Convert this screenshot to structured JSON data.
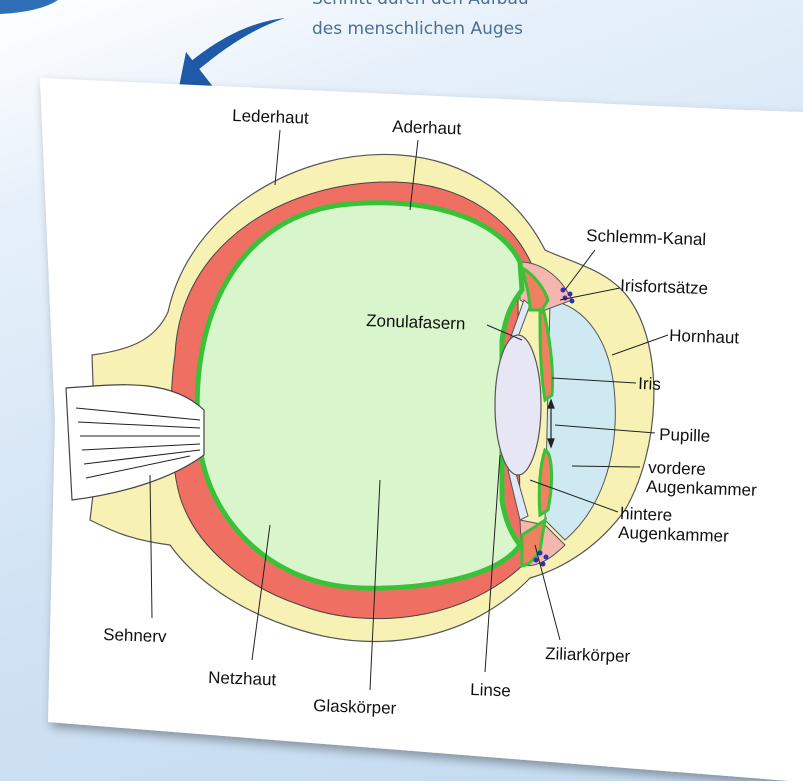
{
  "caption": {
    "line1": "Schnitt durch den Aufbau",
    "line2": "des menschlichen Auges"
  },
  "labels": {
    "lederhaut": "Lederhaut",
    "aderhaut": "Aderhaut",
    "schlemm": "Schlemm-Kanal",
    "irisfortsaetze": "Irisfortsätze",
    "zonulafasern": "Zonulafasern",
    "hornhaut": "Hornhaut",
    "iris": "Iris",
    "pupille": "Pupille",
    "vordere1": "vordere",
    "vordere2": "Augenkammer",
    "hintere1": "hintere",
    "hintere2": "Augenkammer",
    "sehnerv": "Sehnerv",
    "netzhaut": "Netzhaut",
    "glaskoerper": "Glaskörper",
    "linse": "Linse",
    "ziliarkoerper": "Ziliarkörper"
  },
  "colors": {
    "sclera": "#f7f2b4",
    "choroid": "#ef7063",
    "retina": "#38c238",
    "vitreous": "#d9f5cc",
    "lens": "#e6e6f4",
    "chamber": "#cfe9f3",
    "iris": "#ef8060",
    "arrow": "#1e5aa8"
  }
}
